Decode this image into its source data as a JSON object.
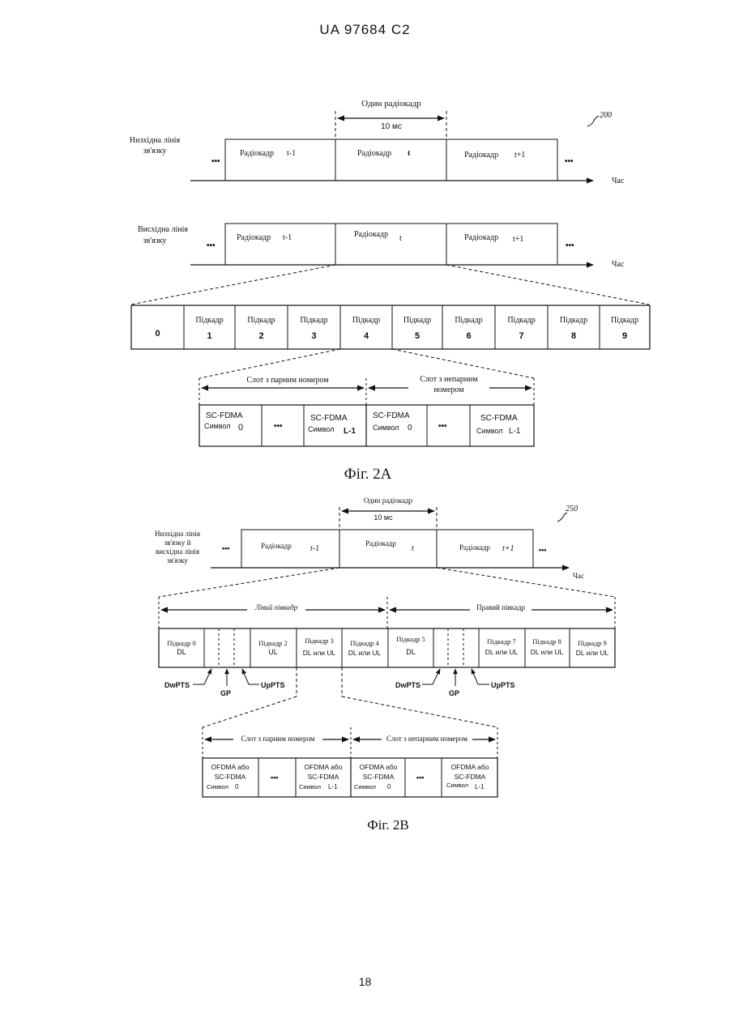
{
  "header": {
    "doc_number": "UA   97684   C2"
  },
  "page_number": "18",
  "fig2a": {
    "ref": "200",
    "one_radio_frame": "Один радіокадр",
    "duration": "10 мс",
    "downlink_label": [
      "Низхідна лінія",
      "зв'язку"
    ],
    "uplink_label": [
      "Висхідна лінія",
      "зв'язку"
    ],
    "time": "Час",
    "ellipsis": "•••",
    "frame_word": "Радіокадр",
    "frame_idx": [
      "t-1",
      "t",
      "t+1"
    ],
    "subframe_word": "Підкадр",
    "subframe_idx": [
      "0",
      "1",
      "2",
      "3",
      "4",
      "5",
      "6",
      "7",
      "8",
      "9"
    ],
    "even_slot": "Слот з парним номером",
    "odd_slot": [
      "Слот з непарним",
      "номером"
    ],
    "sc_fdma": "SC-FDMA",
    "symbol_word": "Символ",
    "symbol_idx": [
      "0",
      "L-1",
      "0",
      "L-1"
    ],
    "caption": "Фіг. 2А"
  },
  "fig2b": {
    "ref": "250",
    "one_radio_frame": "Один радіокадр",
    "duration": "10 мс",
    "link_label": [
      "Низхідна лінія",
      "зв'язку й",
      "висхідна лінія",
      "зв'язку"
    ],
    "time": "Час",
    "ellipsis": "•••",
    "frame_word": "Радіокадр",
    "frame_idx": [
      "t-1",
      "t",
      "t+1"
    ],
    "left_half": "Лівий півкадр",
    "right_half": "Правий півкадр",
    "subframes": [
      {
        "l1": "Підкадр  0",
        "l2": "DL"
      },
      {
        "l1": "Підкадр 2",
        "l2": "UL"
      },
      {
        "l1": "Підкадр 3",
        "l2": "DL или UL"
      },
      {
        "l1": "Підкадр 4",
        "l2": "DL или UL"
      },
      {
        "l1": "Підкадр 5",
        "l2": "DL"
      },
      {
        "l1": "Підкадр 7",
        "l2": "DL или UL"
      },
      {
        "l1": "Підкадр 8",
        "l2": "DL или UL"
      },
      {
        "l1": "Підкадр 9",
        "l2": "DL или UL"
      }
    ],
    "dwpts": "DwPTS",
    "gp": "GP",
    "uppts": "UpPTS",
    "even_slot": "Слот з парним номером",
    "odd_slot": "Слот з непарним номером",
    "ofdma": "OFDMA або",
    "sc_fdma": "SC-FDMA",
    "symbol_word": "Символ",
    "symbol_idx": [
      "0",
      "L-1",
      "0",
      "L-1"
    ],
    "caption": "Фіг. 2В"
  }
}
